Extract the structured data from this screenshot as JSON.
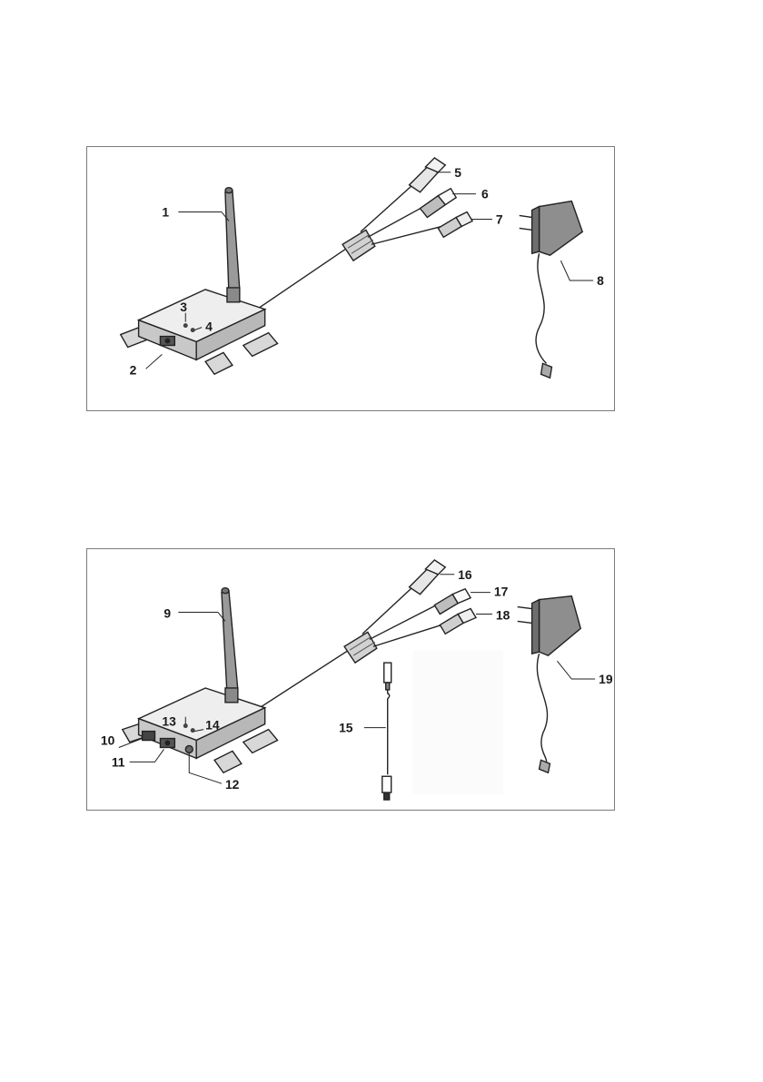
{
  "diagram_1": {
    "callouts": [
      {
        "id": "1",
        "text": "1"
      },
      {
        "id": "2",
        "text": "2"
      },
      {
        "id": "3",
        "text": "3"
      },
      {
        "id": "4",
        "text": "4"
      },
      {
        "id": "5",
        "text": "5"
      },
      {
        "id": "6",
        "text": "6"
      },
      {
        "id": "7",
        "text": "7"
      },
      {
        "id": "8",
        "text": "8"
      }
    ]
  },
  "diagram_2": {
    "callouts": [
      {
        "id": "9",
        "text": "9"
      },
      {
        "id": "10",
        "text": "10"
      },
      {
        "id": "11",
        "text": "11"
      },
      {
        "id": "12",
        "text": "12"
      },
      {
        "id": "13",
        "text": "13"
      },
      {
        "id": "14",
        "text": "14"
      },
      {
        "id": "15",
        "text": "15"
      },
      {
        "id": "16",
        "text": "16"
      },
      {
        "id": "17",
        "text": "17"
      },
      {
        "id": "18",
        "text": "18"
      },
      {
        "id": "19",
        "text": "19"
      }
    ]
  },
  "colors": {
    "outline": "#222222",
    "device_top": "#eeeeee",
    "device_side": "#c8c8c8",
    "antenna": "#9a9a9a",
    "adapter": "#8e8e8e",
    "panel_border": "#7a7a7a"
  }
}
